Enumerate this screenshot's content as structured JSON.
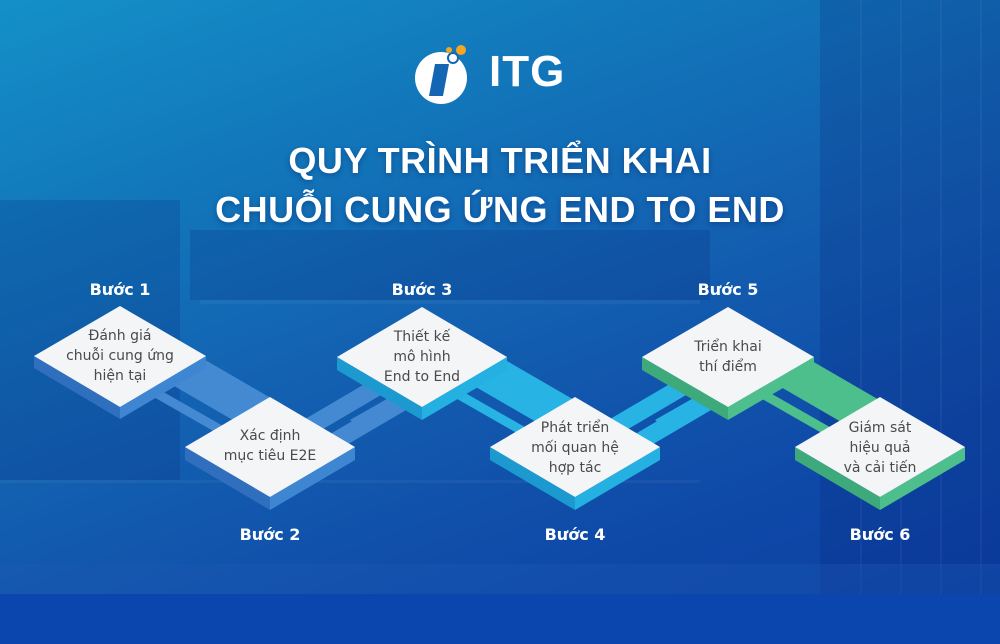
{
  "brand": {
    "name": "ITG",
    "logo_icon": "itg-logo-icon",
    "colors": {
      "logo_dot": "#f5a623",
      "logo_circle": "#ffffff"
    }
  },
  "title": {
    "line1": "QUY TRÌNH TRIỂN KHAI",
    "line2": "CHUỖI CUNG ỨNG END TO END"
  },
  "colors": {
    "background_start": "#1490c8",
    "background_end": "#0b3ea3",
    "diamond_face": "#f4f5f7",
    "text_dark": "#4a4a4a",
    "steps_1_2_accent": "#3f86d2",
    "steps_3_4_accent": "#25b0e2",
    "steps_5_6_accent": "#4dbf8d"
  },
  "steps": [
    {
      "label": "Bước 1",
      "lines": [
        "Đánh giá",
        "chuỗi cung ứng",
        "hiện tại"
      ],
      "accent": "#3f86d2"
    },
    {
      "label": "Bước 2",
      "lines": [
        "Xác định",
        "mục tiêu E2E"
      ],
      "accent": "#3f86d2"
    },
    {
      "label": "Bước 3",
      "lines": [
        "Thiết kế",
        "mô hình",
        "End to End"
      ],
      "accent": "#25b0e2"
    },
    {
      "label": "Bước 4",
      "lines": [
        "Phát triển",
        "mối quan hệ",
        "hợp tác"
      ],
      "accent": "#25b0e2"
    },
    {
      "label": "Bước 5",
      "lines": [
        "Triển khai",
        "thí điểm"
      ],
      "accent": "#4dbf8d"
    },
    {
      "label": "Bước 6",
      "lines": [
        "Giám sát",
        "hiệu quả",
        "và cải tiến"
      ],
      "accent": "#4dbf8d"
    }
  ]
}
